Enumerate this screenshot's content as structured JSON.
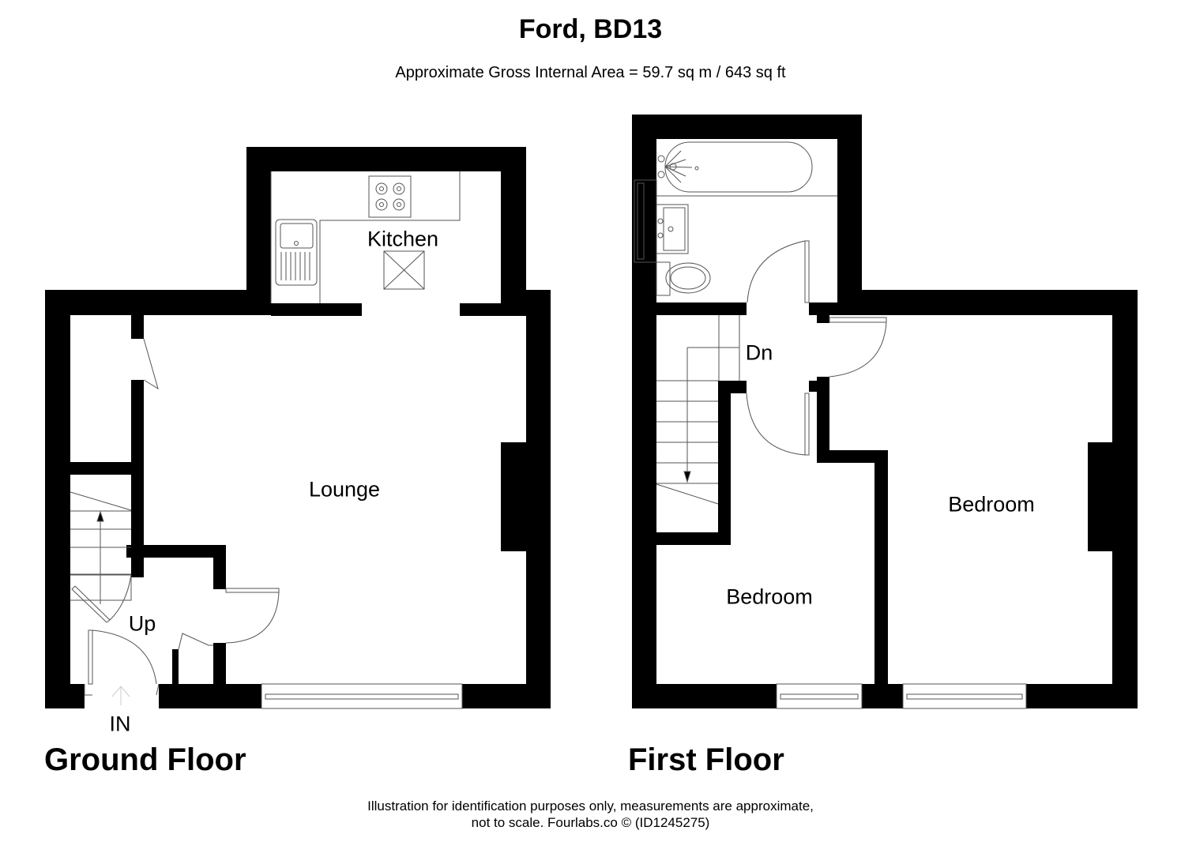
{
  "header": {
    "title": "Ford, BD13",
    "subtitle": "Approximate Gross Internal Area = 59.7 sq m / 643 sq ft"
  },
  "floors": [
    {
      "name": "Ground Floor",
      "rooms": [
        {
          "label": "Kitchen"
        },
        {
          "label": "Lounge"
        }
      ],
      "annotations": {
        "stairs": "Up",
        "entrance": "IN"
      }
    },
    {
      "name": "First Floor",
      "rooms": [
        {
          "label": "Bedroom"
        },
        {
          "label": "Bedroom"
        }
      ],
      "annotations": {
        "stairs": "Dn"
      }
    }
  ],
  "footer": {
    "line1": "Illustration for identification purposes only, measurements are approximate,",
    "line2": "not to scale. Fourlabs.co © (ID1245275)"
  },
  "colors": {
    "wall": "#000000",
    "background": "#ffffff",
    "fixture_line": "#555555"
  }
}
